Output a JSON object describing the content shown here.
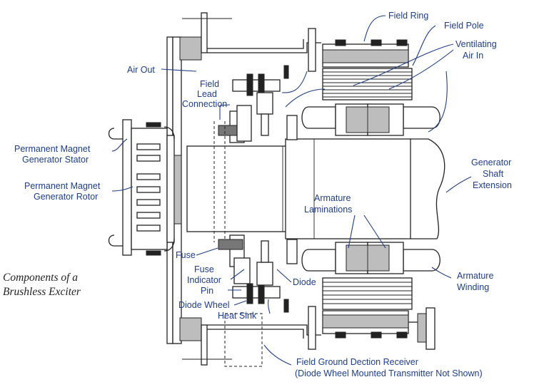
{
  "labels": {
    "field_ring": "Field Ring",
    "field_pole": "Field Pole",
    "ventilating_air_in": [
      "Ventilating",
      "Air In"
    ],
    "air_out": "Air Out",
    "field_lead_connection": [
      "Field",
      "Lead",
      "Connection"
    ],
    "pmg_stator": [
      "Permanent Magnet",
      "Generator Stator"
    ],
    "pmg_rotor": [
      "Permanent Magnet",
      "Generator Rotor"
    ],
    "generator_shaft_extension": [
      "Generator",
      "Shaft",
      "Extension"
    ],
    "armature_laminations": [
      "Armature",
      "Laminations"
    ],
    "fuse": "Fuse",
    "fuse_indicator_pin": [
      "Fuse",
      "Indicator",
      "Pin"
    ],
    "diode": "Diode",
    "diode_wheel": "Diode Wheel",
    "heat_sink": "Heat Sink",
    "armature_winding": [
      "Armature",
      "Winding"
    ],
    "field_ground_receiver": [
      "Field Ground Dection Receiver",
      "(Diode Wheel Mounted Transmitter Not Shown)"
    ]
  },
  "caption": [
    "Components of a",
    "Brushless Exciter"
  ],
  "colors": {
    "label": "#1f3d8a",
    "line": "#222222",
    "fill_gray": "#bdbdbd"
  }
}
